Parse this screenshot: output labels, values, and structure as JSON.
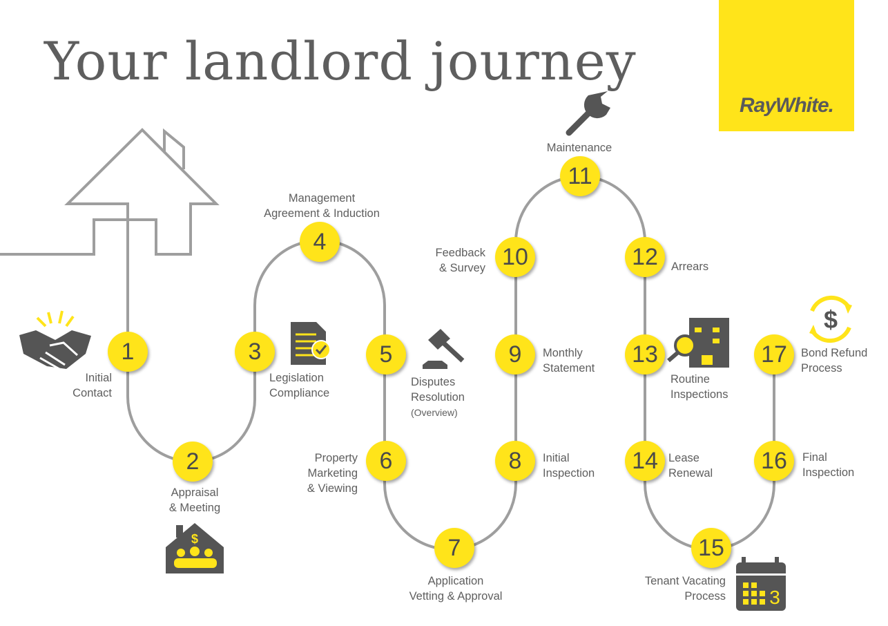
{
  "title": "Your landlord journey",
  "brand": {
    "name": "RayWhite.",
    "color": "#ffe41a"
  },
  "steps": [
    {
      "n": "1",
      "label": [
        "Initial",
        "Contact"
      ],
      "icon": "handshake-icon"
    },
    {
      "n": "2",
      "label": [
        "Appraisal",
        "& Meeting"
      ],
      "icon": "house-meeting-icon"
    },
    {
      "n": "3",
      "label": [
        "Legislation",
        "Compliance"
      ],
      "icon": "document-check-icon"
    },
    {
      "n": "4",
      "label": [
        "Management",
        "Agreement & Induction"
      ]
    },
    {
      "n": "5",
      "label": [
        "Disputes",
        "Resolution",
        "(Overview)"
      ],
      "icon": "gavel-icon"
    },
    {
      "n": "6",
      "label": [
        "Property",
        "Marketing",
        "& Viewing"
      ]
    },
    {
      "n": "7",
      "label": [
        "Application",
        "Vetting & Approval"
      ]
    },
    {
      "n": "8",
      "label": [
        "Initial",
        "Inspection"
      ]
    },
    {
      "n": "9",
      "label": [
        "Monthly",
        "Statement"
      ]
    },
    {
      "n": "10",
      "label": [
        "Feedback",
        "& Survey"
      ]
    },
    {
      "n": "11",
      "label": [
        "Maintenance"
      ],
      "icon": "wrench-icon"
    },
    {
      "n": "12",
      "label": [
        "Arrears"
      ]
    },
    {
      "n": "13",
      "label": [
        "Routine",
        "Inspections"
      ],
      "icon": "building-inspection-icon"
    },
    {
      "n": "14",
      "label": [
        "Lease",
        "Renewal"
      ]
    },
    {
      "n": "15",
      "label": [
        "Tenant Vacating",
        "Process"
      ],
      "icon": "calendar-icon"
    },
    {
      "n": "16",
      "label": [
        "Final",
        "Inspection"
      ]
    },
    {
      "n": "17",
      "label": [
        "Bond Refund",
        "Process"
      ],
      "icon": "dollar-cycle-icon"
    }
  ],
  "calendar_day": "3"
}
